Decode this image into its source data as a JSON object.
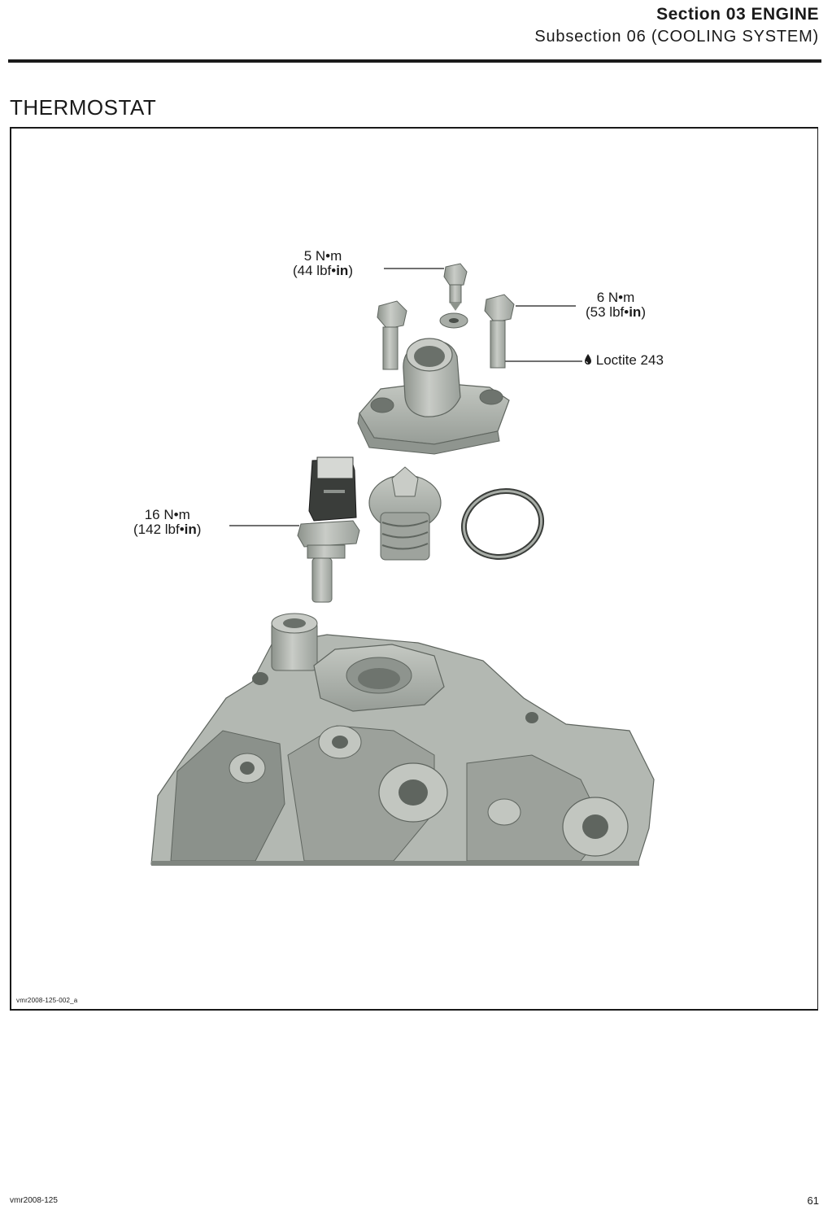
{
  "header": {
    "section": "Section 03 ENGINE",
    "subsection": "Subsection 06 (COOLING SYSTEM)"
  },
  "page_title": "THERMOSTAT",
  "callouts": {
    "bolt_small_torque": "5 N•m",
    "bolt_small_torque_imperial_value": "(44 lbf•",
    "bolt_large_torque": "6 N•m",
    "bolt_large_torque_imperial_value": "(53 lbf•",
    "loctite": "Loctite 243",
    "sensor_torque": "16 N•m",
    "sensor_torque_imperial_value": "(142 lbf•",
    "imperial_unit": "in",
    "close_paren": ")"
  },
  "figure_id": "vmr2008-125-002_a",
  "footer": {
    "doc_id": "vmr2008-125",
    "page_number": "61"
  },
  "colors": {
    "part_fill": "#b9bdb8",
    "part_dark": "#7f857f",
    "part_light": "#d8dbd6",
    "ink": "#1a1a1a"
  }
}
